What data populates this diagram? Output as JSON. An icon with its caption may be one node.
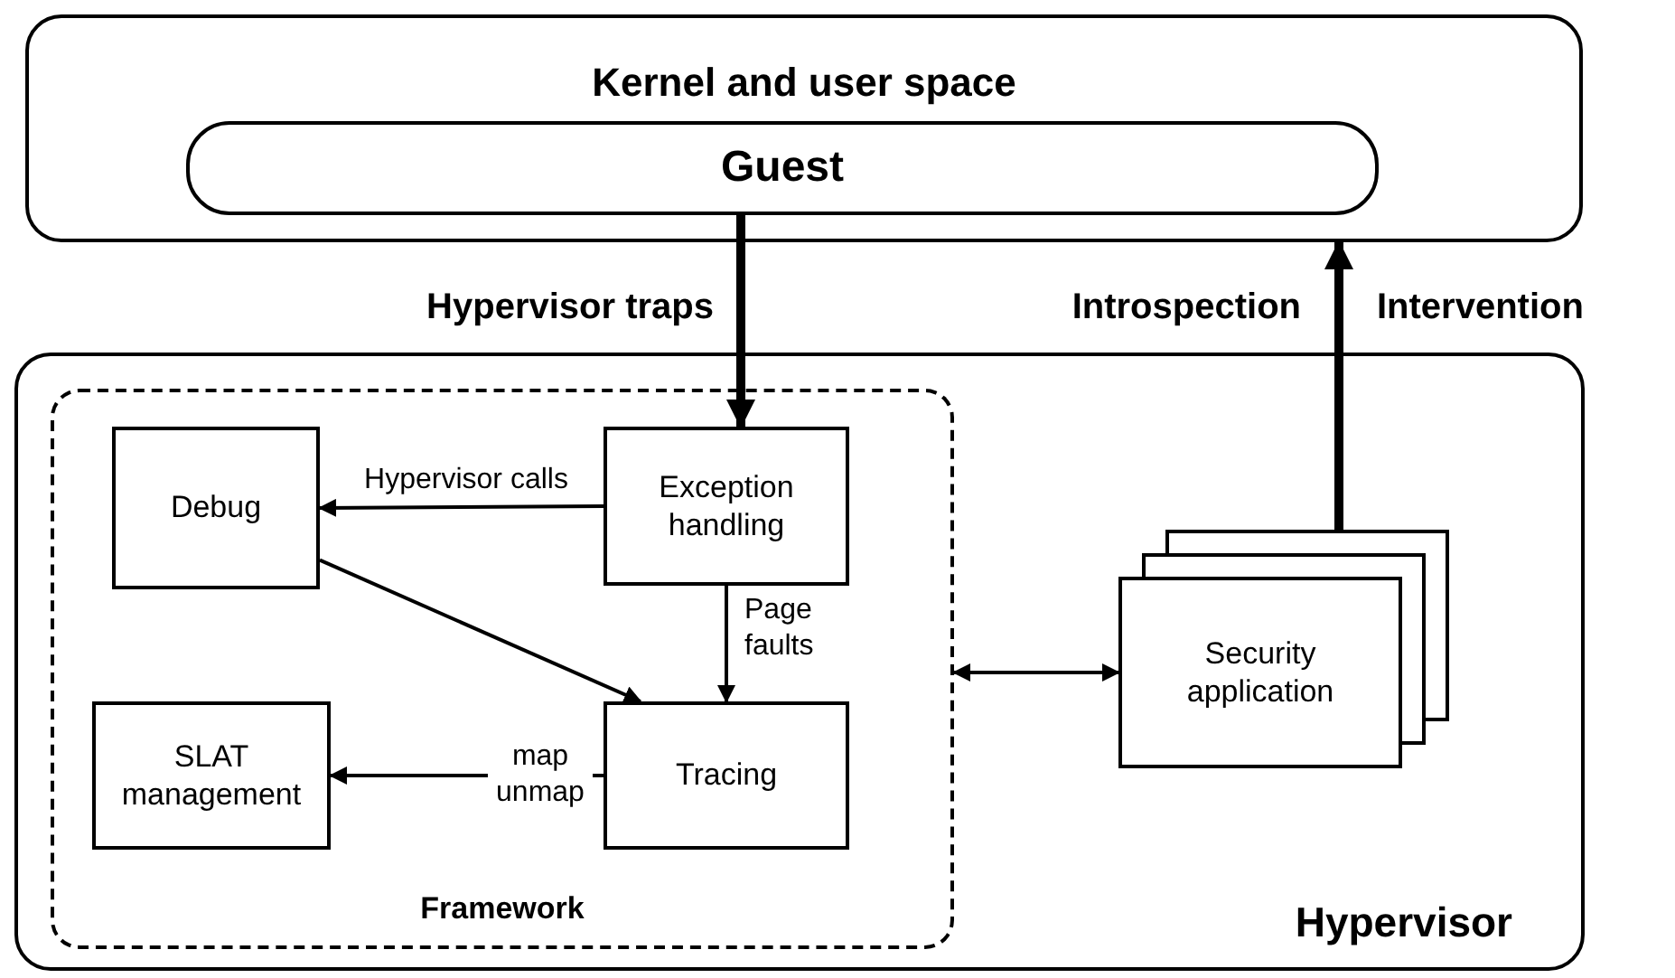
{
  "diagram": {
    "nodes": [
      {
        "text": [
          "Kernel and user space"
        ]
      },
      {
        "text": [
          "Guest"
        ],
        "in": 0
      },
      {
        "text": [
          "Hypervisor"
        ]
      },
      {
        "text": [
          "Framework"
        ],
        "in": 2
      },
      {
        "text": [
          "Debug"
        ],
        "in": 3
      },
      {
        "text": [
          "Exception handling"
        ],
        "in": 3
      },
      {
        "text": [
          "SLAT management"
        ],
        "in": 3
      },
      {
        "text": [
          "Tracing"
        ],
        "in": 3
      },
      {
        "text": [
          "Security application"
        ],
        "in": 2
      }
    ],
    "edges": [
      {
        "from": 1,
        "to": 5,
        "arrow": "to",
        "label": "Hypervisor traps",
        "style": "thick"
      },
      {
        "from": 8,
        "to": 0,
        "arrow": "to",
        "style": "thick"
      },
      {
        "from": 5,
        "to": 4,
        "arrow": "to",
        "label": "Hypervisor calls"
      },
      {
        "from": 5,
        "to": 7,
        "arrow": "to",
        "label": "Page faults"
      },
      {
        "from": 4,
        "to": 7,
        "arrow": "to"
      },
      {
        "from": 7,
        "to": 6,
        "arrow": "to",
        "label": "map unmap"
      },
      {
        "from": 3,
        "to": 8,
        "arrow": "both"
      }
    ],
    "labels": [
      "Introspection",
      "Intervention"
    ]
  }
}
